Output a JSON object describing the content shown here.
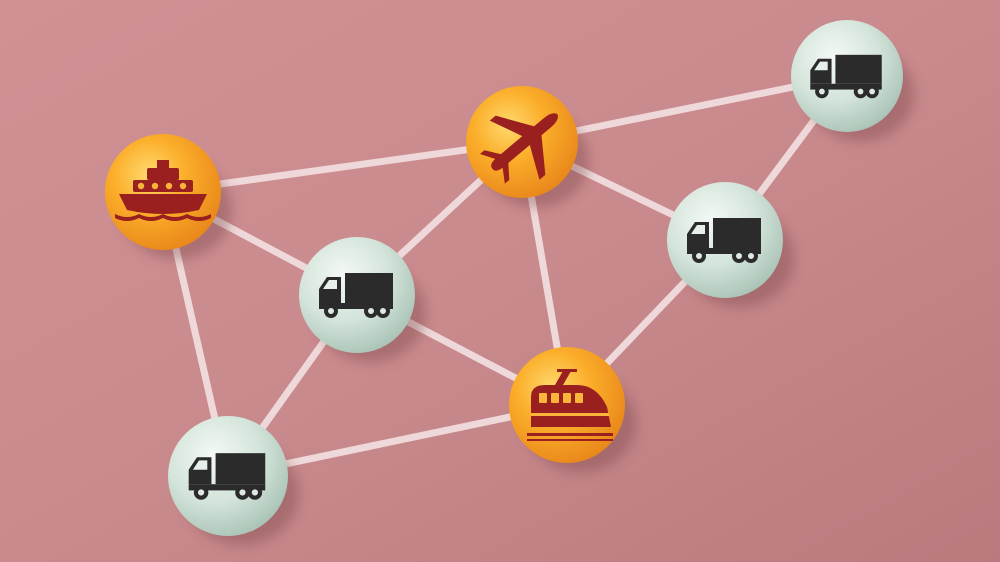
{
  "scene": {
    "background": "#c98a8d",
    "background_light": "#d49a9c",
    "background_dark": "#b97a7e",
    "edge_color": "#f3dfe0"
  },
  "palette": {
    "orange_ball": "#f7a21c",
    "orange_ball_light": "#ffd56a",
    "teal_ball": "#cfe0d6",
    "teal_ball_light": "#f1f7f3",
    "icon_red": "#9a1f1f",
    "icon_dark": "#2b2b2b"
  },
  "nodes": [
    {
      "id": "ship",
      "kind": "orange",
      "icon": "ship-icon"
    },
    {
      "id": "plane",
      "kind": "orange",
      "icon": "airplane-icon"
    },
    {
      "id": "truck-top-right",
      "kind": "teal",
      "icon": "truck-icon"
    },
    {
      "id": "truck-right",
      "kind": "teal",
      "icon": "truck-icon"
    },
    {
      "id": "truck-center",
      "kind": "teal",
      "icon": "truck-icon"
    },
    {
      "id": "train",
      "kind": "orange",
      "icon": "train-icon"
    },
    {
      "id": "truck-bottom-left",
      "kind": "teal",
      "icon": "truck-icon"
    }
  ],
  "edges": [
    [
      "ship",
      "plane"
    ],
    [
      "plane",
      "truck-top-right"
    ],
    [
      "ship",
      "truck-center"
    ],
    [
      "ship",
      "truck-bottom-left"
    ],
    [
      "plane",
      "truck-center"
    ],
    [
      "plane",
      "train"
    ],
    [
      "plane",
      "truck-right"
    ],
    [
      "truck-top-right",
      "truck-right"
    ],
    [
      "truck-right",
      "train"
    ],
    [
      "truck-center",
      "train"
    ],
    [
      "truck-center",
      "truck-bottom-left"
    ],
    [
      "truck-bottom-left",
      "train"
    ]
  ]
}
